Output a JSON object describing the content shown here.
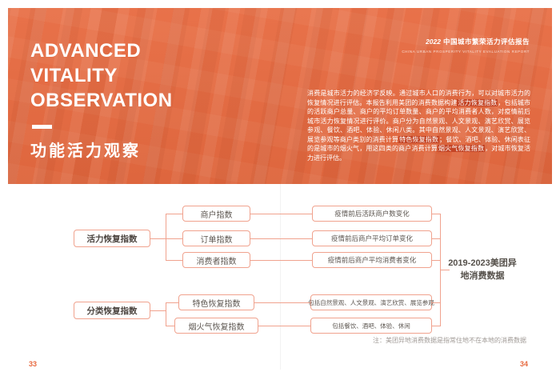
{
  "header": {
    "badge": {
      "year": "2022",
      "title": "中国城市繁荣活力评估报告",
      "subtitle": "CHINA URBAN PROSPERITY VITALITY EVALUATION REPORT"
    },
    "title_en": [
      "ADVANCED",
      "VITALITY",
      "OBSERVATION"
    ],
    "title_zh": "功能活力观察",
    "paragraph": [
      {
        "text": "消费是城市活力的经济学反映。通过城市人口的消费行为，可以对城市活力的恢复情况进行评估。本报告利用美团的消费数据构建",
        "highlight": false
      },
      {
        "text": "活力恢复指数",
        "highlight": true
      },
      {
        "text": "，包括城市的活跃商户总量、商户的平均订单数量、商户的平均消费者人数，对疫情前后城市活力恢复情况进行评价。商户分为自然景观、人文景观、演艺欣赏、展览参观、餐饮、酒吧、体验、休闲八类。其中自然景观、人文景观、演艺欣赏、展览参观等商户类别的消费计算",
        "highlight": false
      },
      {
        "text": "特色恢复指数",
        "highlight": true
      },
      {
        "text": "；餐饮、酒吧、体验、休闲表征的是城市的烟火气，用这四类的商户消费计算",
        "highlight": false
      },
      {
        "text": "烟火气恢复指数",
        "highlight": true
      },
      {
        "text": "，对城市恢复活力进行评估。",
        "highlight": false
      }
    ]
  },
  "flowchart": {
    "l1": [
      "活力恢复指数",
      "分类恢复指数"
    ],
    "l2_group1": [
      "商户指数",
      "订单指数",
      "消费者指数"
    ],
    "l3_group1": [
      "疫情前后活跃商户数变化",
      "疫情前后商户平均订单变化",
      "疫情前后商户平均消费者变化"
    ],
    "l2_group2": [
      "特色恢复指数",
      "烟火气恢复指数"
    ],
    "l3_group2": [
      "包括自然景观、人文景观、演艺欣赏、展览参观",
      "包括餐饮、酒吧、体验、休闲"
    ],
    "data_source": "2019-2023美团异地消费数据",
    "note": "注：美团异地消费数据是指常住地不在本地的消费数据"
  },
  "footer": {
    "left_page": "33",
    "right_page": "34"
  }
}
